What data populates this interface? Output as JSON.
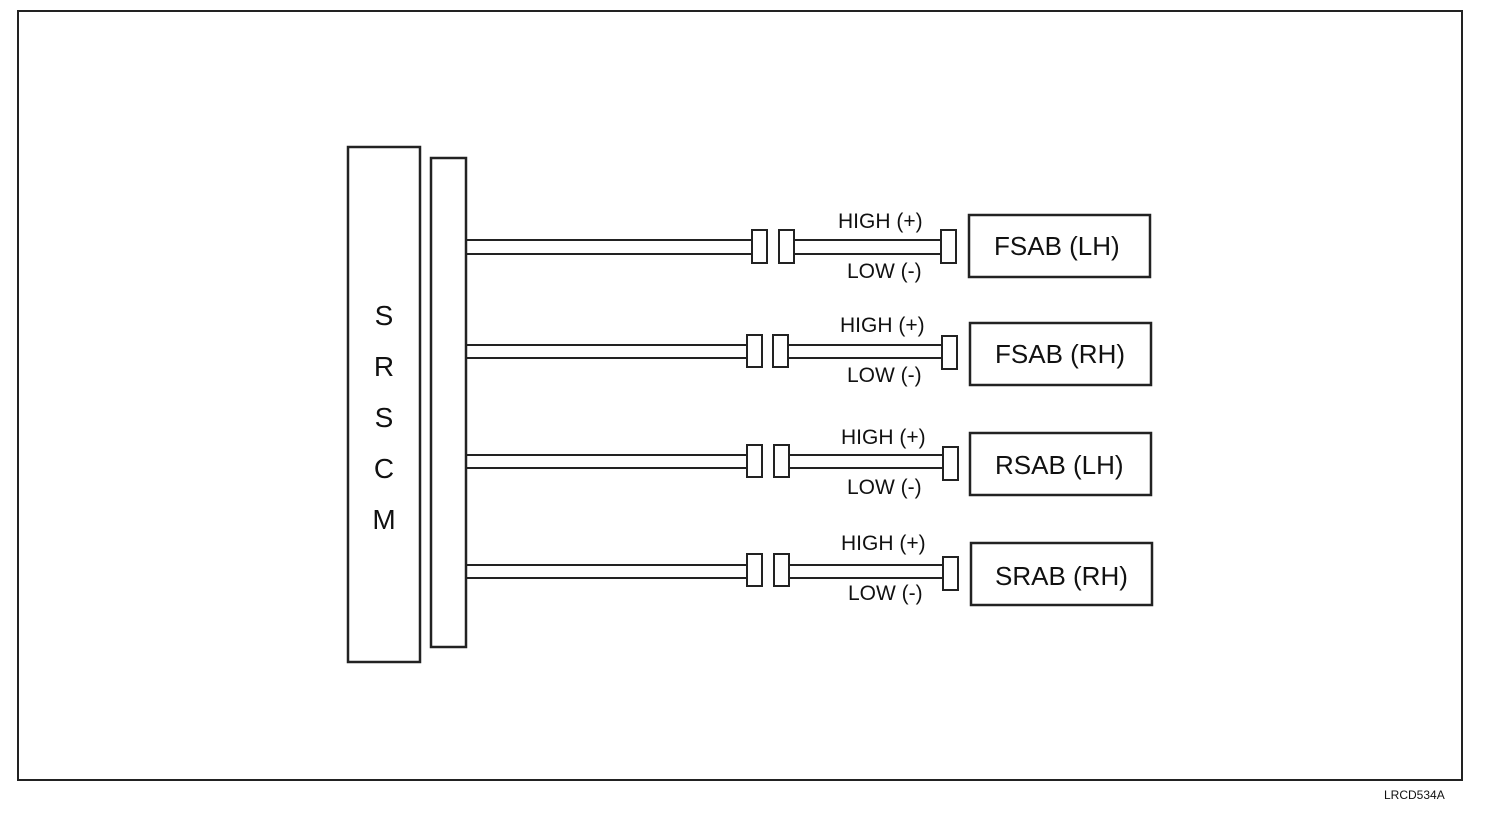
{
  "module": {
    "letters": [
      "S",
      "R",
      "S",
      "C",
      "M"
    ]
  },
  "channels": [
    {
      "sensor": "FSAB (LH)",
      "high_label": "HIGH (+)",
      "low_label": "LOW (-)"
    },
    {
      "sensor": "FSAB (RH)",
      "high_label": "HIGH (+)",
      "low_label": "LOW (-)"
    },
    {
      "sensor": "RSAB (LH)",
      "high_label": "HIGH (+)",
      "low_label": "LOW (-)"
    },
    {
      "sensor": "SRAB (RH)",
      "high_label": "HIGH (+)",
      "low_label": "LOW (-)"
    }
  ],
  "figure_code": "LRCD534A"
}
